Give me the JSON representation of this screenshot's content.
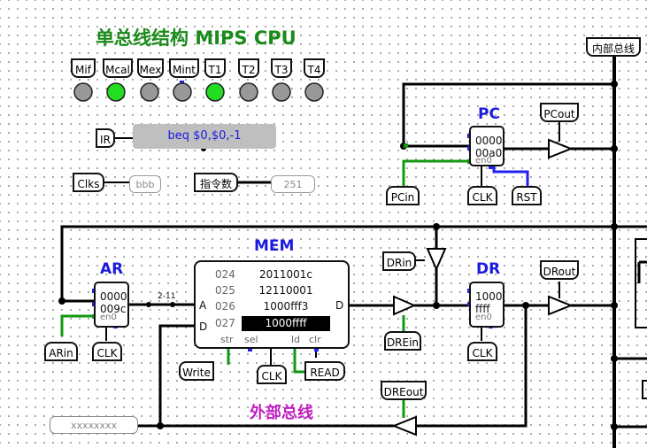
{
  "title": "单总线结构 MIPS CPU",
  "bus_label": "内部总线",
  "external_bus_label": "外部总线",
  "signals": [
    {
      "label": "Mif",
      "led": "grey"
    },
    {
      "label": "Mcal",
      "led": "green"
    },
    {
      "label": "Mex",
      "led": "grey"
    },
    {
      "label": "Mint",
      "led": "grey"
    },
    {
      "label": "T1",
      "led": "green"
    },
    {
      "label": "T2",
      "led": "grey"
    },
    {
      "label": "T3",
      "led": "grey"
    },
    {
      "label": "T4",
      "led": "grey"
    }
  ],
  "ir": {
    "label": "IR",
    "value": "beq $0,$0,-1"
  },
  "clks": {
    "label": "Clks",
    "value": "bbb"
  },
  "instr_count": {
    "label": "指令数",
    "value": "251"
  },
  "pc": {
    "title": "PC",
    "line1": "0000",
    "line2": "00a0",
    "en": "en0",
    "out_label": "PCout",
    "in_label": "PCin",
    "clk_label": "CLK",
    "rst_label": "RST"
  },
  "ar": {
    "title": "AR",
    "line1": "0000",
    "line2": "009c",
    "en": "en0",
    "in_label": "ARin",
    "clk_label": "CLK",
    "split_label": "2-11"
  },
  "dr": {
    "title": "DR",
    "line1": "1000",
    "line2": "ffff",
    "en": "en0",
    "out_label": "DRout",
    "in_label": "DRin",
    "ext_in_label": "DREin",
    "ext_out_label": "DREout",
    "clk_label": "CLK"
  },
  "mem": {
    "title": "MEM",
    "rows": [
      {
        "addr": "024",
        "value": "2011001c"
      },
      {
        "addr": "025",
        "value": "12110001"
      },
      {
        "addr": "026",
        "value": "1000fff3"
      },
      {
        "addr": "027",
        "value": "1000ffff"
      }
    ],
    "port_a": "A",
    "port_d_in": "D",
    "port_d_out": "D",
    "port_str": "str",
    "port_sel": "sel",
    "port_ld": "ld",
    "port_clr": "clr",
    "write_label": "Write",
    "clk_label": "CLK",
    "read_label": "READ"
  },
  "ext_probe": "xxxxxxxx",
  "colors": {
    "wire": "#000000",
    "active": "#119911",
    "blue": "#2222ee",
    "title_green": "#1a8a1a",
    "ext_magenta": "#c01cc0"
  }
}
